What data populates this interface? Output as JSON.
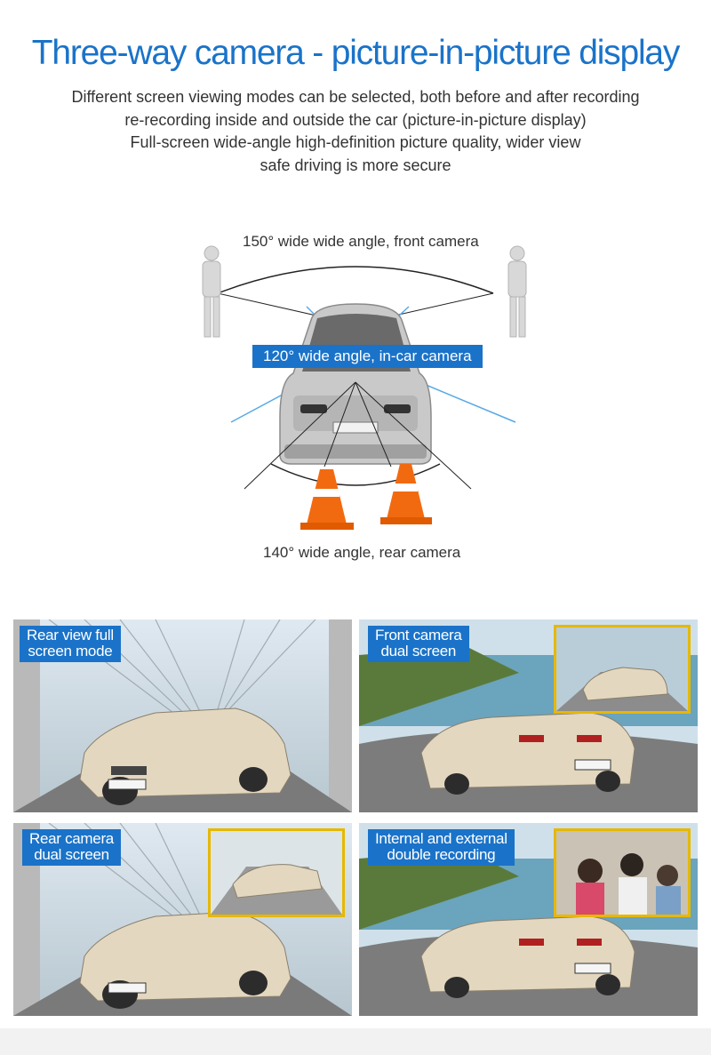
{
  "title": "Three-way camera - picture-in-picture display",
  "description": [
    "Different screen viewing modes can be selected, both before and after recording",
    "re-recording inside and outside the car (picture-in-picture display)",
    "Full-screen wide-angle high-definition picture quality, wider view",
    "safe driving is more secure"
  ],
  "diagram": {
    "front_label": "150° wide wide angle, front camera",
    "incar_label": "120° wide angle, in-car camera",
    "rear_label": "140° wide angle, rear camera"
  },
  "panels": [
    {
      "tag": [
        "Rear view full",
        "screen mode"
      ],
      "pip": false
    },
    {
      "tag": [
        "Front camera",
        "dual screen"
      ],
      "pip": true
    },
    {
      "tag": [
        "Rear camera",
        "dual screen"
      ],
      "pip": true
    },
    {
      "tag": [
        "Internal and external",
        "double recording"
      ],
      "pip": true
    }
  ],
  "colors": {
    "accent": "#1a73c9",
    "pip_border": "#e6b800"
  }
}
